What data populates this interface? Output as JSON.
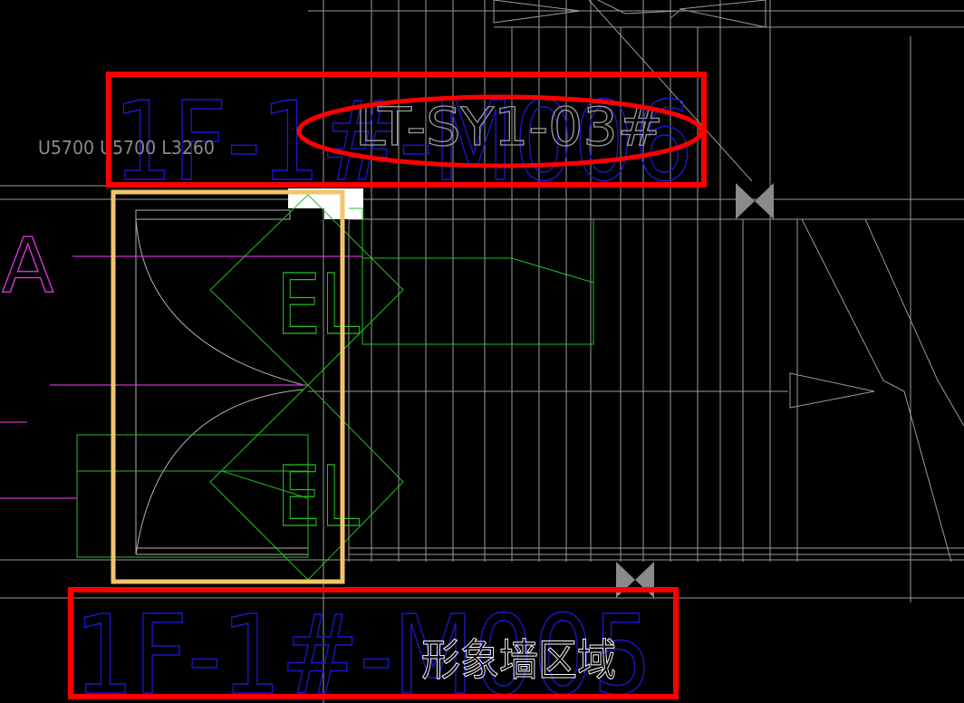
{
  "drawing": {
    "labels": {
      "door_tag_upper": "1F-1#-M006",
      "elevator_tag": "LT-SY1-03#",
      "dimension_note": "U5700 U5700 L3260",
      "axis_label": "A",
      "elevator_symbol_top": "EL",
      "elevator_symbol_bottom": "EL",
      "door_tag_lower": "1F-1#-M005",
      "area_note": "形象墙区域"
    },
    "colors": {
      "background": "#000000",
      "door_tag_text": "#1a1ad0",
      "elevator_text": "#9a9a9a",
      "area_note_text": "#ffffff",
      "axis_text": "#cc33cc",
      "elevator_lines": "#22c022",
      "grid_lines": "#9a9a9a",
      "markup_red": "#ff0000",
      "markup_yellow": "#f2c46a"
    },
    "markups": [
      {
        "shape": "rectangle",
        "color": "red",
        "encloses": "1F-1#-M006"
      },
      {
        "shape": "ellipse",
        "color": "red",
        "encloses": "LT-SY1-03#"
      },
      {
        "shape": "rectangle",
        "color": "yellow",
        "encloses": "elevator shaft"
      },
      {
        "shape": "rectangle",
        "color": "red",
        "encloses": "1F-1#-M005"
      }
    ]
  }
}
